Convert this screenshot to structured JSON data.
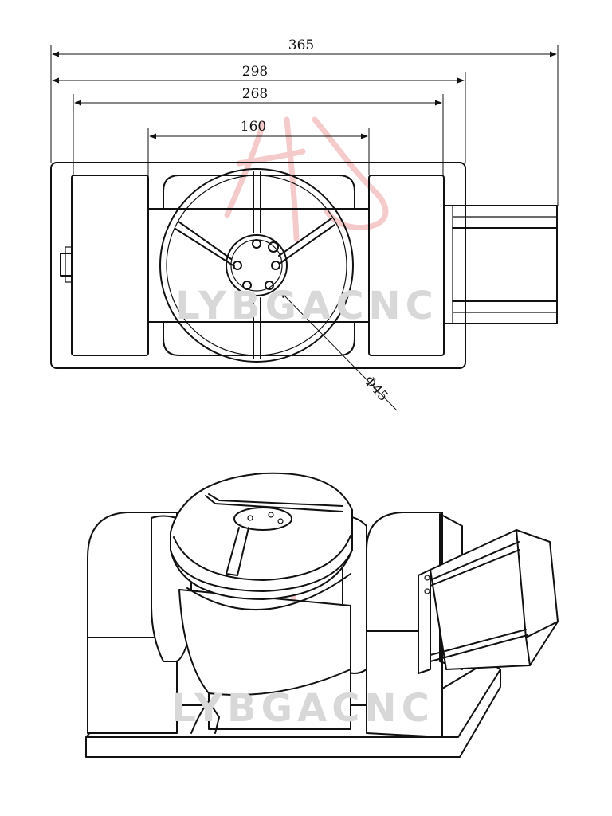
{
  "dimensions": {
    "overall_width": "365",
    "width_298": "298",
    "width_268": "268",
    "width_160": "160",
    "bore_diameter": "Φ45"
  },
  "watermark": {
    "text_top": "LYBGACNC",
    "text_bottom": "LYBGACNC",
    "logo": "lyb-logo"
  },
  "colors": {
    "line": "#111111",
    "watermark_text": "#d8d8d8",
    "logo": "#f2b8b8"
  }
}
